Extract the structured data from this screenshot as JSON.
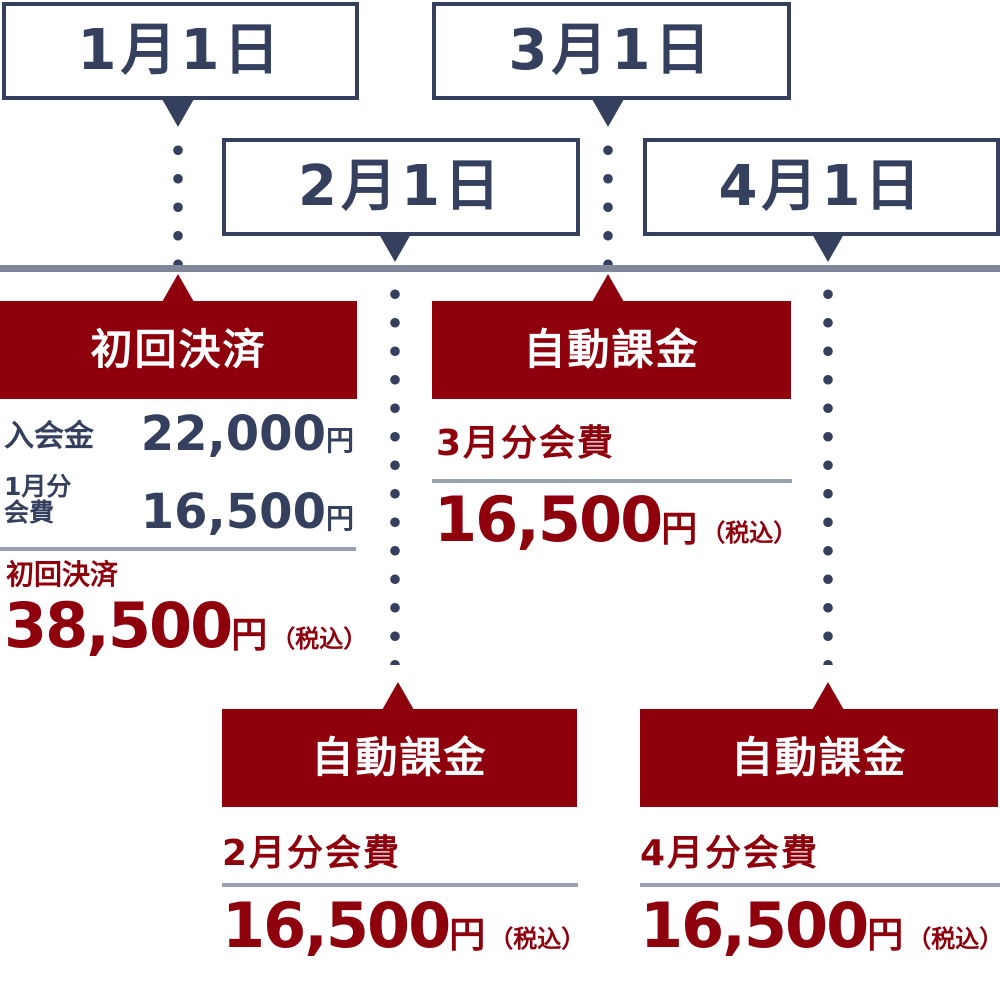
{
  "dates": [
    "1月1日",
    "2月1日",
    "3月1日",
    "4月1日"
  ],
  "initial": {
    "title": "初回決済",
    "rows": [
      {
        "label": "入会金",
        "amount": "22,000",
        "unit": "円"
      },
      {
        "label_line1": "1月分",
        "label_line2": "会費",
        "amount": "16,500",
        "unit": "円"
      }
    ],
    "total_label": "初回決済",
    "total_amount": "38,500",
    "unit": "円",
    "tax": "（税込）"
  },
  "auto": [
    {
      "title": "自動課金",
      "label": "2月分会費",
      "amount": "16,500",
      "unit": "円",
      "tax": "（税込）"
    },
    {
      "title": "自動課金",
      "label": "3月分会費",
      "amount": "16,500",
      "unit": "円",
      "tax": "（税込）"
    },
    {
      "title": "自動課金",
      "label": "4月分会費",
      "amount": "16,500",
      "unit": "円",
      "tax": "（税込）"
    }
  ],
  "colors": {
    "navy": "#34405e",
    "red": "#8f000d",
    "line": "#7f8799"
  }
}
